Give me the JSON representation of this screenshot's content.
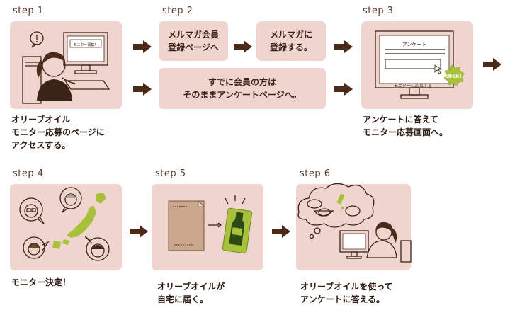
{
  "steps": [
    {
      "label": "step 1",
      "caption_lines": [
        "オリーブオイル",
        "モニター応募のページに",
        "アクセスする。"
      ],
      "screen_text": "モニター募集！"
    },
    {
      "label": "step 2",
      "box_a_lines": [
        "メルマガ会員",
        "登録ページへ"
      ],
      "box_b_lines": [
        "メルマガに",
        "登録する。"
      ],
      "box_c_lines": [
        "すでに会員の方は",
        "そのままアンケートページへ。"
      ]
    },
    {
      "label": "step 3",
      "caption_lines": [
        "アンケートに答えて",
        "モニター応募画面へ。"
      ],
      "screen_title": "アンケート",
      "screen_button": "モニターに応募する",
      "click_badge": "click!"
    },
    {
      "label": "step 4",
      "caption_lines": [
        "モニター決定！"
      ]
    },
    {
      "label": "step 5",
      "caption_lines": [
        "オリーブオイルが",
        "自宅に届く。"
      ]
    },
    {
      "label": "step 6",
      "caption_lines": [
        "オリーブオイルを使って",
        "アンケートに答える。"
      ]
    }
  ]
}
